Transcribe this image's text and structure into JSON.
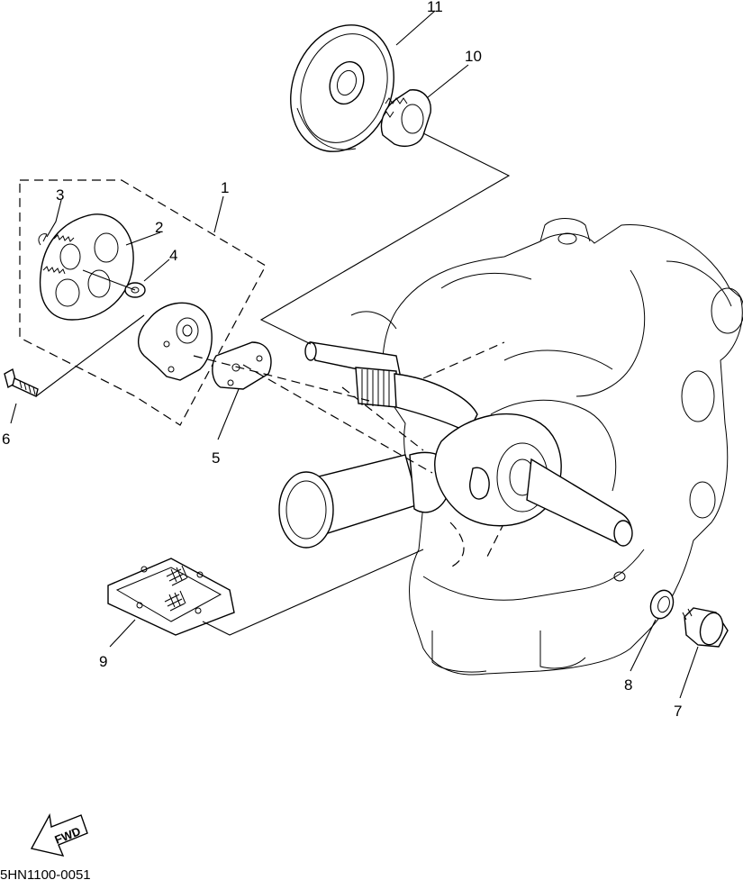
{
  "diagram": {
    "callouts": [
      {
        "id": "1",
        "label": "1"
      },
      {
        "id": "2",
        "label": "2"
      },
      {
        "id": "3",
        "label": "3"
      },
      {
        "id": "4",
        "label": "4"
      },
      {
        "id": "5",
        "label": "5"
      },
      {
        "id": "6",
        "label": "6"
      },
      {
        "id": "7",
        "label": "7"
      },
      {
        "id": "8",
        "label": "8"
      },
      {
        "id": "9",
        "label": "9"
      },
      {
        "id": "10",
        "label": "10"
      },
      {
        "id": "11",
        "label": "11"
      }
    ],
    "fwd_label": "FWD",
    "drawing_code": "5HN1100-0051"
  }
}
